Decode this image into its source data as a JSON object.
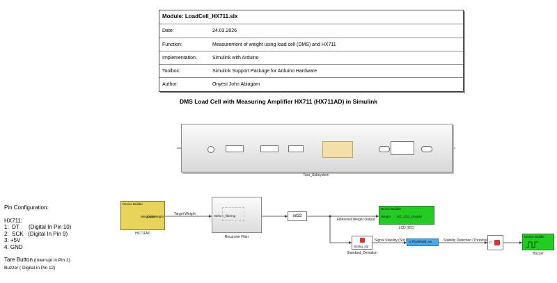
{
  "info": {
    "title": "Module: LoadCell_HX711.slx",
    "rows": [
      {
        "key": "Date:",
        "value": "24.03.2026"
      },
      {
        "key": "Function:",
        "value": "Measurement of weight using load cell (DMS) and HX711"
      },
      {
        "key": "Implementation:",
        "value": "Simulink with Arduino"
      },
      {
        "key": "Toolbox:",
        "value": "Simulink Support Package for Arduino Hardware"
      },
      {
        "key": "Author:",
        "value": " Onyesi John Abiagam"
      }
    ]
  },
  "model_title": "DMS Load Cell with Measuring Amplifier HX711 (HX711AD) in Simulink",
  "tara": {
    "label": "Tara_Subsystem"
  },
  "blocks": {
    "hx711": {
      "header": "Device Builder",
      "port_left": "Weigpolio",
      "port_right": "DataWeight",
      "label": "HX711AD",
      "color": "#e8d45a"
    },
    "filter": {
      "port_in": "Before_filtering",
      "label": "Recursive Filter"
    },
    "cast": {
      "text": "int32"
    },
    "lcd": {
      "header": "Device Builder",
      "port_left": "Weight",
      "port_right": "I2C_LCD_Display",
      "label": "LCD (I2C)",
      "color": "#22cc22"
    },
    "std": {
      "text": "sliding_std",
      "label": "Standard_Deviation"
    },
    "threshold": {
      "text": "u Threshold_va",
      "color": "#4aa8e8"
    },
    "switch": {
      "text": "C"
    },
    "buzzer": {
      "header": "Device Builder",
      "label": "Buzzer",
      "color": "#22cc22"
    }
  },
  "signals": {
    "target": "Target Weight",
    "filtered": "Filterered Weight Output",
    "stability": "Signal Stability (Std Dev)",
    "detection": "Stability Detection (Threshold)"
  },
  "pins": {
    "heading": "Pin Configuration:",
    "hx711": "HX711:",
    "lines": [
      "1:  DT      (Digital In Pin 10)",
      "2:  SCK   (Digital In Pin 9)",
      "3: +5V",
      "4: GND"
    ],
    "tare": "Tare Button",
    "tare_note": " (Interrupt in Pin 2)",
    "buzzer": "Buzzer",
    "buzzer_note": " ( Digital in Pin 12)"
  }
}
